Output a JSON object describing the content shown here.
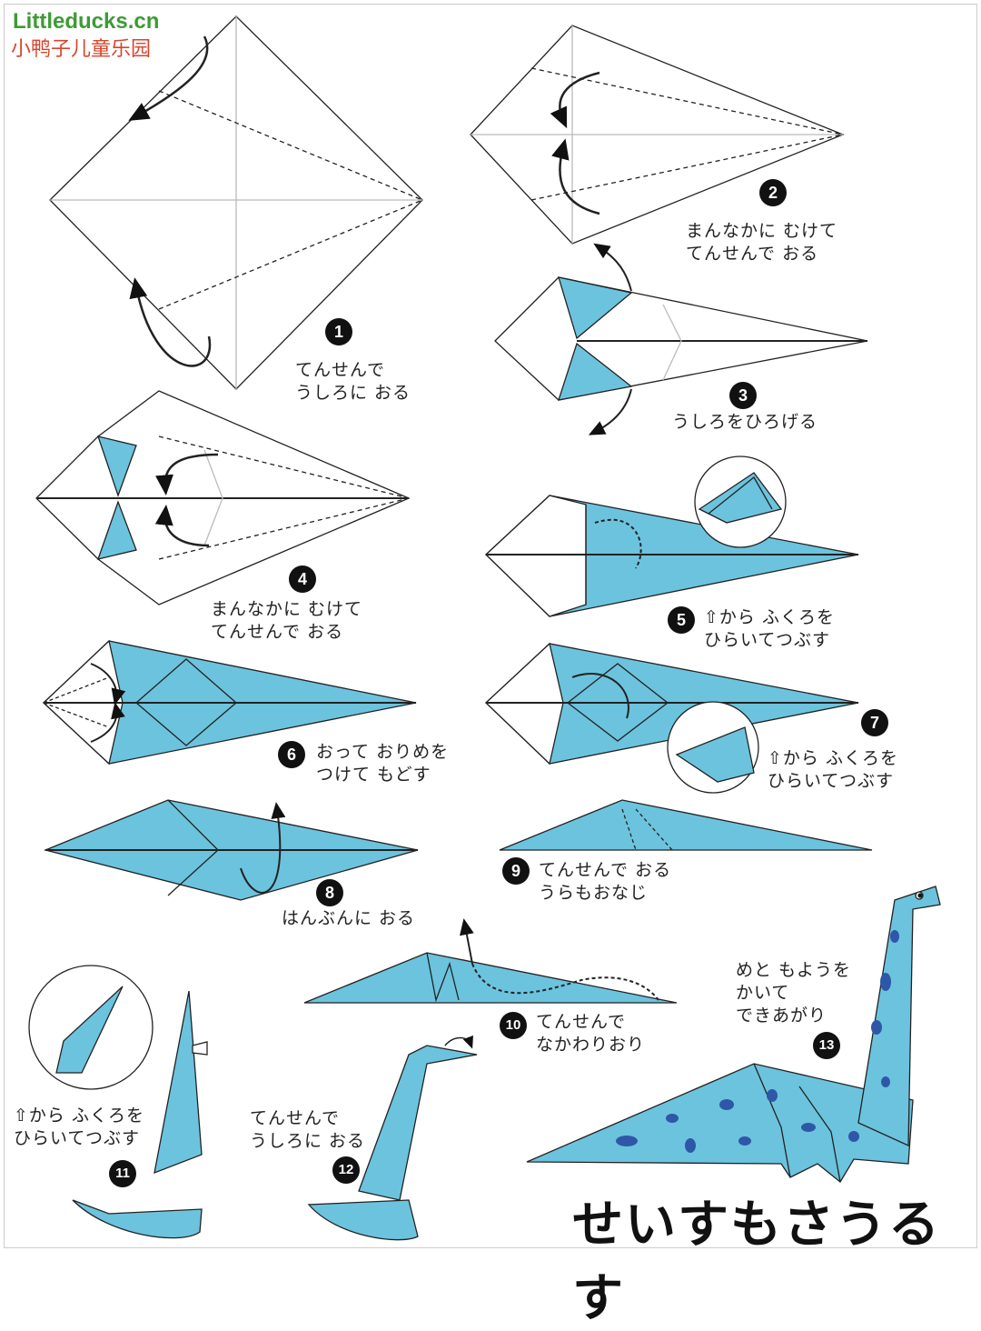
{
  "logo": {
    "site": "Littleducks.cn",
    "name": "小鸭子儿童乐园"
  },
  "title": "せいすもさうるす",
  "colors": {
    "paper_blue": "#6cc3de",
    "line": "#222222",
    "logo_green": "#3d9b35",
    "logo_red": "#d8452c",
    "spot": "#2f57a8"
  },
  "steps": [
    {
      "number": "1",
      "caption": "てんせんで\nうしろに おる"
    },
    {
      "number": "2",
      "caption": "まんなかに むけて\nてんせんで おる"
    },
    {
      "number": "3",
      "caption": "うしろをひろげる"
    },
    {
      "number": "4",
      "caption": "まんなかに むけて\nてんせんで おる"
    },
    {
      "number": "5",
      "caption": "⇧から ふくろを\nひらいてつぶす"
    },
    {
      "number": "6",
      "caption": "おって おりめを\nつけて もどす"
    },
    {
      "number": "7",
      "caption": "⇧から ふくろを\nひらいてつぶす"
    },
    {
      "number": "8",
      "caption": "はんぶんに おる"
    },
    {
      "number": "9",
      "caption": "てんせんで おる\nうらもおなじ"
    },
    {
      "number": "10",
      "caption": "てんせんで\nなかわりおり"
    },
    {
      "number": "11",
      "caption": "⇧から ふくろを\nひらいてつぶす"
    },
    {
      "number": "12",
      "caption": "てんせんで\nうしろに おる"
    },
    {
      "number": "13",
      "caption": "めと もようを\nかいて\nできあがり"
    }
  ]
}
